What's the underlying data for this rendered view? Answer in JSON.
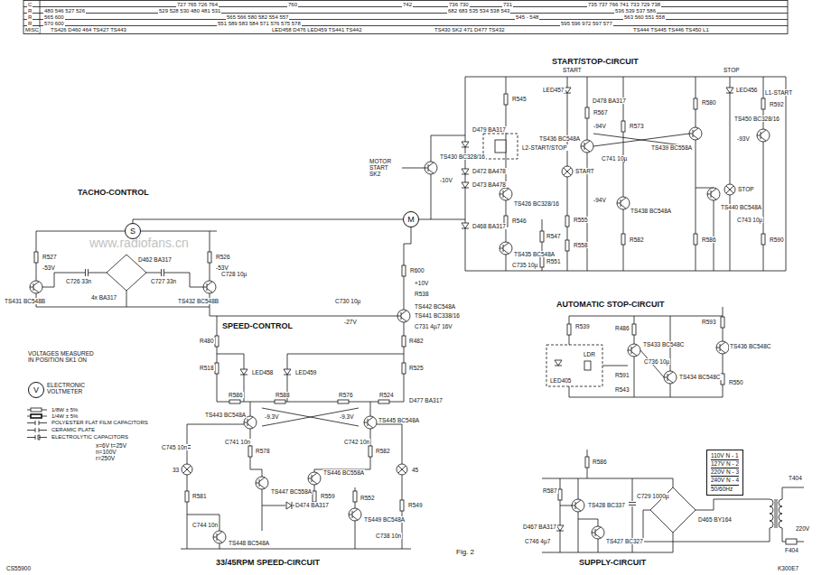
{
  "diagram": {
    "caption": "Fig. 2",
    "nodes": [
      {
        "text": [
          "S"
        ]
      },
      {
        "text": [
          "M"
        ]
      },
      {
        "text": [
          "V",
          "ELECTRONIC VOLTMETER"
        ]
      },
      {
        "text": [
          "110V N - 1",
          "127V N - 2",
          "220V N - 3",
          "240V N - 4",
          "50/60Hz"
        ]
      }
    ],
    "edges": [
      {
        "from": 0,
        "to": 1,
        "arrow": "none"
      }
    ],
    "labels": [
      "START/STOP-CIRCUIT",
      "TACHO-CONTROL",
      "SPEED-CONTROL",
      "AUTOMATIC STOP-CIRCUIT",
      "33/45RPM SPEED-CIRCUIT",
      "SUPPLY-CIRCUIT",
      "CS55900",
      "www.radiofans.cn",
      "C",
      "R",
      "R",
      "R",
      "MISC",
      "727 765 726 764",
      "760",
      "742",
      "736 730",
      "731",
      "735 737 766 741 733 729 738",
      "480 546 527 526",
      "529 528 530 480 481 531",
      "682 683 535 534 538 543",
      "536 539 537 586",
      "565 600",
      "565 566 580 582 554 557",
      "545 - 548",
      "563 560 551 558",
      "570 600",
      "551 589 583 584 571 576 575 578",
      "595 596 972 597 577",
      "TS426 D460 464 TS427 TS443",
      "LED458 D476 LED459 TS441 TS442",
      "TS430 SK2 471 D477 TS432",
      "TS444 TS445 TS446 TS450 L1",
      "START",
      "LED457",
      "STOP",
      "LED456",
      "L1-START",
      "D478 BA317",
      "R567",
      "R573",
      "-94V",
      "TS436 BC548A",
      "C741 10µ",
      "R580",
      "TS439 BC558A",
      "TS450 BC328/16",
      "-93V",
      "R592",
      "MOTOR START SK2",
      "TS430 BC328/16",
      "-10V",
      "L2-START/STOP",
      "D479 BA317",
      "D472 BA478",
      "D473 BA478",
      "TS426 BC328/16",
      "R545",
      "R546",
      "D468 BA317",
      "TS435 BC548A",
      "R547",
      "R551",
      "C735 10µ",
      "R555",
      "R558",
      "TS438 BC548A",
      "-94V",
      "R582",
      "R586",
      "TS440 BC548A",
      "C743 10µ",
      "R590",
      "START",
      "STOP",
      "R527",
      "R526",
      "-53V",
      "-53V",
      "C726 33n",
      "C727 33n",
      "D462 BA317",
      "4x BA317",
      "TS431 BC548B",
      "TS432 BC548B",
      "C728 10µ",
      "C730 10µ",
      "-27V",
      "R538",
      "+10V",
      "R600",
      "TS442 BC548A",
      "TS441 BC338/16",
      "C731 4µ7 16V",
      "R480",
      "R482",
      "R518",
      "R525",
      "LED458",
      "LED459",
      "R586",
      "R588",
      "R576",
      "R524",
      "D477 BA317",
      "TS443 BC548A",
      "TS445 BC548A",
      "-9.3V",
      "-9.3V",
      "C741 10n",
      "C742 10n",
      "R578",
      "R582",
      "TS447 BC558A",
      "TS446 BC558A",
      "D474 BA317",
      "R559",
      "C745 10n",
      "33",
      "45",
      "R581",
      "R552",
      "TS448 BC548A",
      "TS449 BC548A",
      "C744 10n",
      "C738 10n",
      "R549",
      "R539",
      "LED405",
      "LDR",
      "R486",
      "TS433 BC548C",
      "C736 10µ",
      "TS434 BC548C",
      "R591",
      "R593",
      "TS436 BC548C",
      "R543",
      "R550",
      "R586",
      "R587",
      "TS428 BC337",
      "C729 1000µ",
      "D465 BY164",
      "D467 BA317",
      "C746 4µ7",
      "TS427 BC327",
      "F404",
      "220V",
      "T404",
      "K300E7",
      "VOLTAGES MEASURED IN POSITION SK1 ON",
      "x=6V t=25V n=100V r=250V"
    ],
    "legend": [
      {
        "text": "1/8W ± 5%"
      },
      {
        "text": "1/4W ± 5%"
      },
      {
        "text": "POLYESTER FLAT FILM CAPACITORS"
      },
      {
        "text": "CERAMIC PLATE"
      },
      {
        "text": "ELECTROLYTIC CAPACITORS"
      }
    ]
  }
}
